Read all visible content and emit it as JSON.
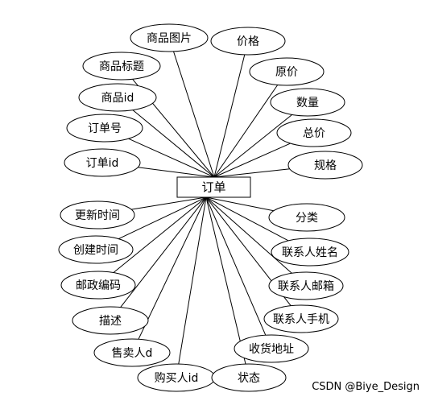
{
  "entity": {
    "label": "订单"
  },
  "attributes": [
    {
      "label": "商品图片"
    },
    {
      "label": "价格"
    },
    {
      "label": "商品标题"
    },
    {
      "label": "原价"
    },
    {
      "label": "商品id"
    },
    {
      "label": "数量"
    },
    {
      "label": "订单号"
    },
    {
      "label": "总价"
    },
    {
      "label": "订单id"
    },
    {
      "label": "规格"
    },
    {
      "label": "更新时间"
    },
    {
      "label": "分类"
    },
    {
      "label": "创建时间"
    },
    {
      "label": "联系人姓名"
    },
    {
      "label": "邮政编码"
    },
    {
      "label": "联系人邮箱"
    },
    {
      "label": "描述"
    },
    {
      "label": "联系人手机"
    },
    {
      "label": "售卖人d"
    },
    {
      "label": "收货地址"
    },
    {
      "label": "购买人id"
    },
    {
      "label": "状态"
    }
  ],
  "watermark": "CSDN @Biye_Design"
}
